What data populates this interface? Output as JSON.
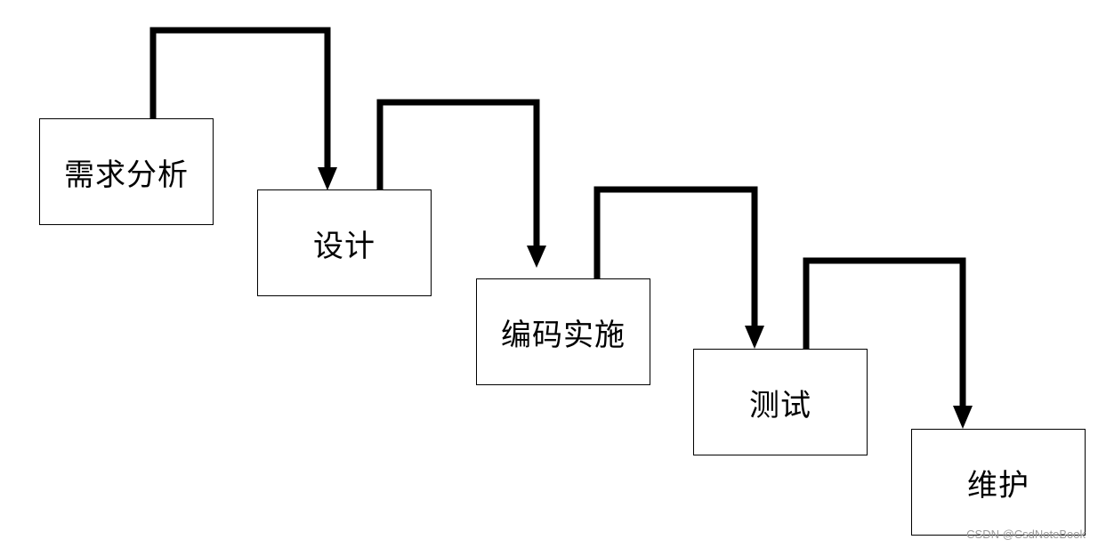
{
  "diagram": {
    "stages": [
      {
        "label": "需求分析"
      },
      {
        "label": "设计"
      },
      {
        "label": "编码实施"
      },
      {
        "label": "测试"
      },
      {
        "label": "维护"
      }
    ],
    "colors": {
      "arrow": "#000000",
      "box_border": "#000000",
      "box_fill": "#ffffff",
      "background": "#ffffff"
    }
  },
  "watermark": "CSDN @CsdNoteBook"
}
